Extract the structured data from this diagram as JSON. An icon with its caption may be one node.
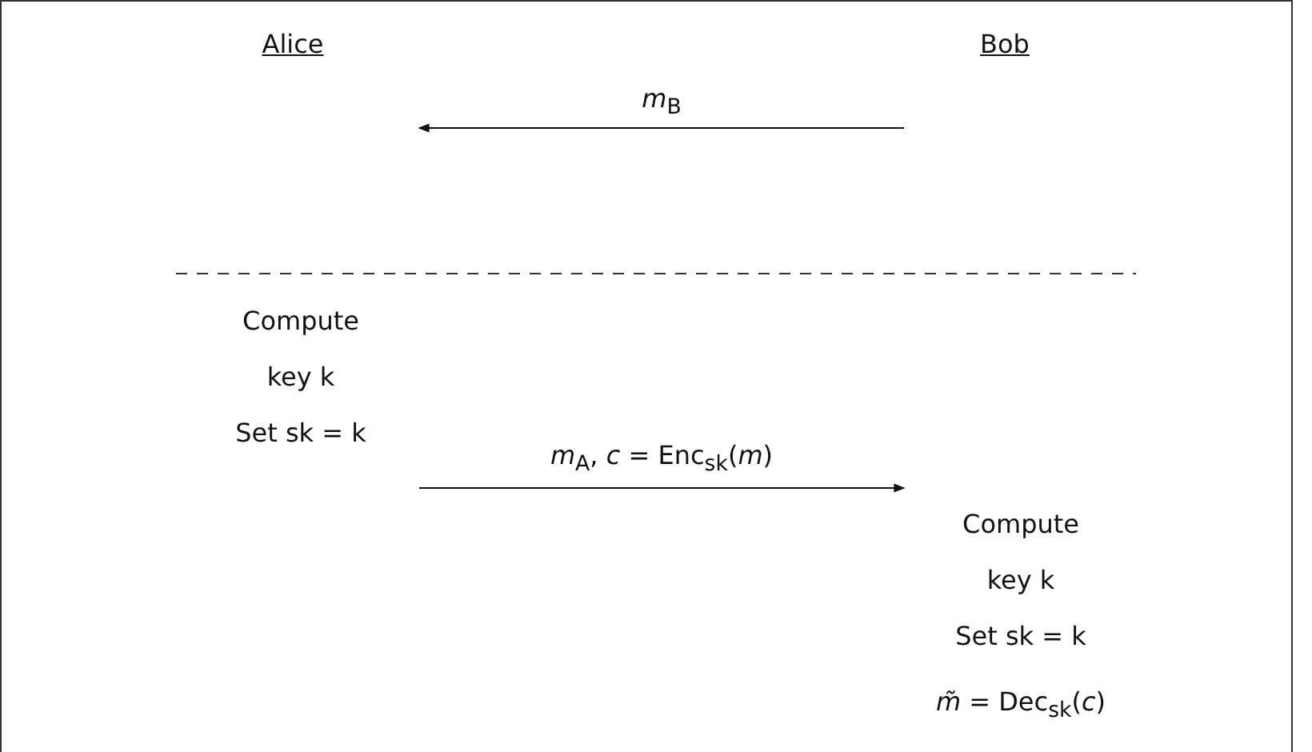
{
  "diagram": {
    "nodes": [
      {
        "text": [
          "Alice"
        ]
      },
      {
        "text": [
          "Bob"
        ]
      },
      {
        "text": [
          "Compute key k",
          "Set sk = k"
        ]
      },
      {
        "text": [
          "Compute key k",
          "Set sk = k",
          "*m̃* = Dec$_{sk}$(*c*)"
        ]
      }
    ],
    "edges": [
      {
        "from": 1,
        "to": 0,
        "arrow": "to",
        "label": "*m*$_{B}$"
      },
      {
        "from": 2,
        "to": 3,
        "arrow": "to",
        "label": "*m*$_{A}$, *c* = Enc$_{sk}$(*m*)"
      }
    ]
  }
}
